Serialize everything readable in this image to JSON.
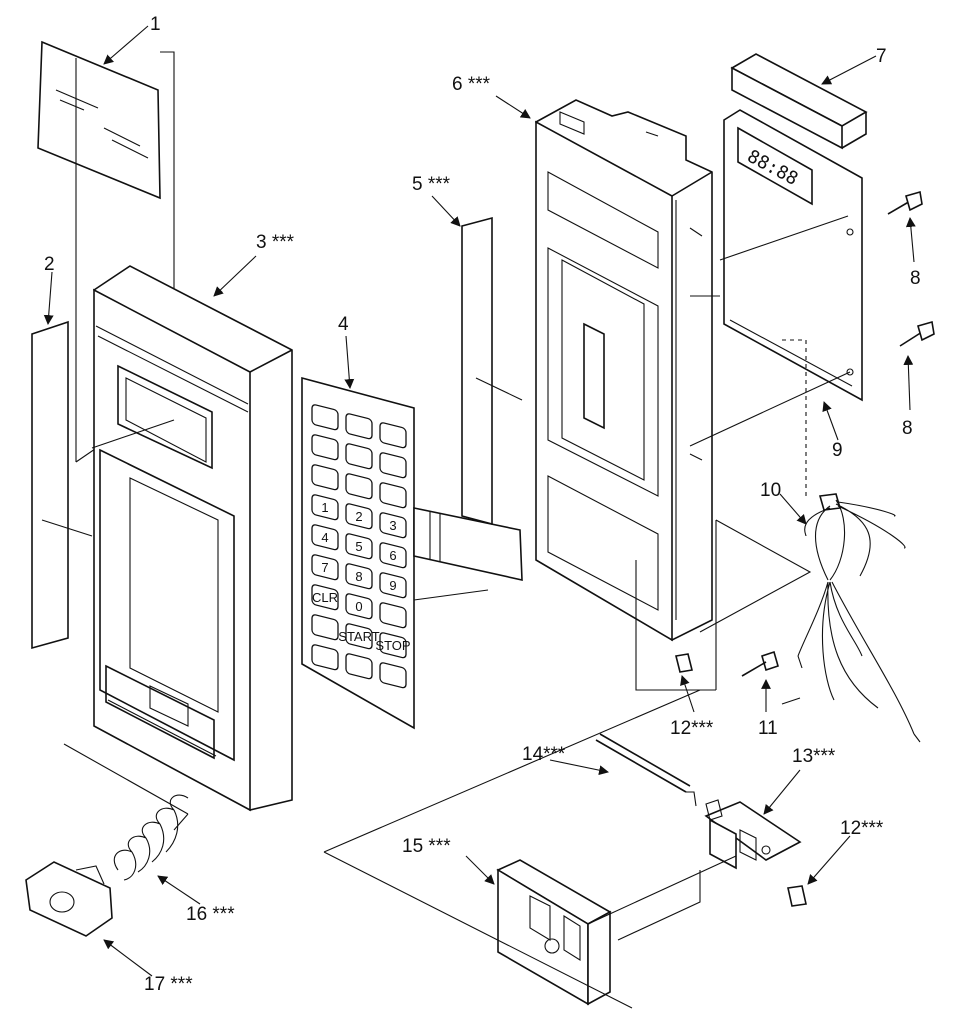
{
  "callouts": {
    "c1": "1",
    "c2": "2",
    "c3": "3 ***",
    "c4": "4",
    "c5": "5 ***",
    "c6": "6 ***",
    "c7": "7",
    "c8a": "8",
    "c8b": "8",
    "c9": "9",
    "c10": "10",
    "c11": "11",
    "c12a": "12***",
    "c12b": "12***",
    "c13": "13***",
    "c14": "14***",
    "c15": "15 ***",
    "c16": "16 ***",
    "c17": "17 ***"
  },
  "display_readout": "88:88",
  "keypad": {
    "digits": [
      "1",
      "2",
      "3",
      "4",
      "5",
      "6",
      "7",
      "8",
      "9",
      "0"
    ],
    "clear": "CLR",
    "start": "START",
    "stop": "STOP"
  }
}
